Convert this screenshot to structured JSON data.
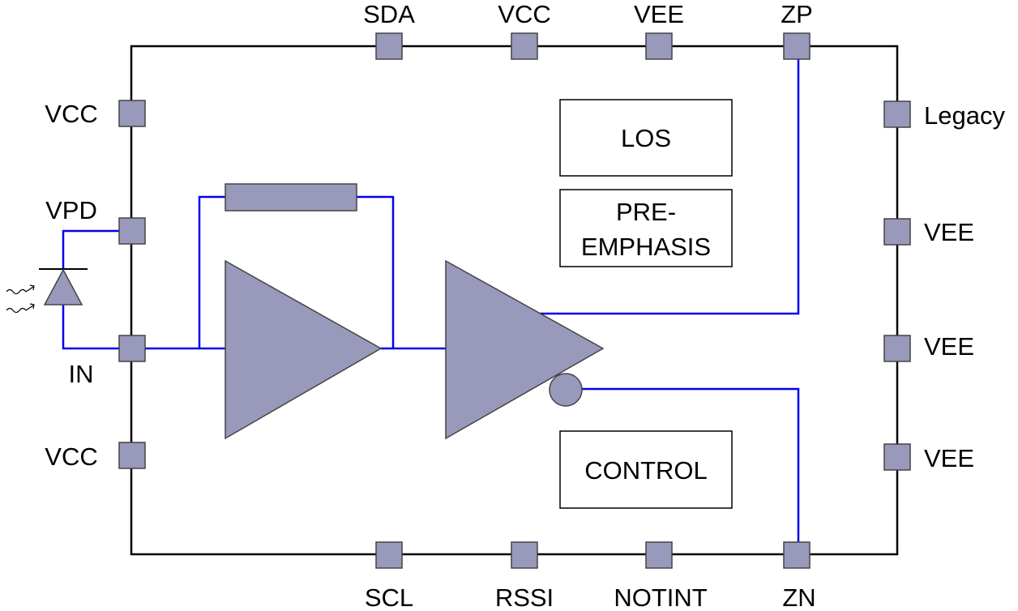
{
  "colors": {
    "background": "#ffffff",
    "outline": "#000000",
    "component_fill": "#9999bb",
    "component_stroke": "#444444",
    "wire": "#0000ee"
  },
  "pins": {
    "top": [
      "SDA",
      "VCC",
      "VEE",
      "ZP"
    ],
    "bottom": [
      "SCL",
      "RSSI",
      "NOTINT",
      "ZN"
    ],
    "left": [
      "VCC",
      "VPD",
      "IN",
      "VCC"
    ],
    "right": [
      "Legacy",
      "VEE",
      "VEE",
      "VEE"
    ]
  },
  "blocks": {
    "los": "LOS",
    "pre_emphasis_line1": "PRE-",
    "pre_emphasis_line2": "EMPHASIS",
    "control": "CONTROL"
  },
  "icons": {
    "photodiode": "photodiode-icon",
    "light": "light-wave-icon",
    "tia": "amplifier-triangle-icon",
    "limiting_amp": "amplifier-triangle-icon",
    "inverting_bubble": "inversion-bubble-icon",
    "feedback": "feedback-resistor-icon"
  }
}
